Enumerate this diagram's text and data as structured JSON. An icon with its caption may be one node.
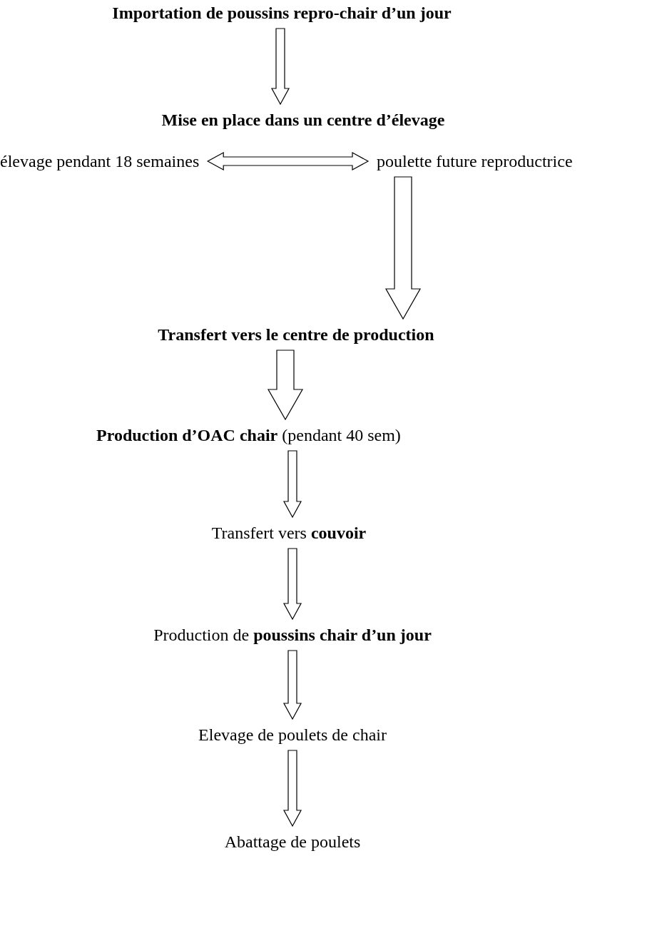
{
  "diagram": {
    "nodes": [
      {
        "text": [
          "Importation de poussins repro-chair d’un jour"
        ]
      },
      {
        "text": [
          "Mise en place dans un centre d’élevage"
        ]
      },
      {
        "text": [
          "élevage pendant 18 semaines"
        ]
      },
      {
        "text": [
          "poulette future reproductrice"
        ]
      },
      {
        "text": [
          "Transfert vers le centre de production"
        ]
      },
      {
        "text": [
          "**Production d’OAC chair** (pendant 40 sem)"
        ]
      },
      {
        "text": [
          "Transfert vers **couvoir**"
        ]
      },
      {
        "text": [
          "Production de **poussins chair d’un jour**"
        ]
      },
      {
        "text": [
          "Elevage de poulets de chair"
        ]
      },
      {
        "text": [
          "Abattage de poulets"
        ]
      }
    ],
    "edges": [
      {
        "from": 0,
        "to": 1,
        "arrow": "to"
      },
      {
        "from": 2,
        "to": 3,
        "arrow": "both"
      },
      {
        "from": 3,
        "to": 4,
        "arrow": "to",
        "style": "thick"
      },
      {
        "from": 4,
        "to": 5,
        "arrow": "to",
        "style": "thick"
      },
      {
        "from": 5,
        "to": 6,
        "arrow": "to"
      },
      {
        "from": 6,
        "to": 7,
        "arrow": "to"
      },
      {
        "from": 7,
        "to": 8,
        "arrow": "to"
      },
      {
        "from": 8,
        "to": 9,
        "arrow": "to"
      }
    ]
  }
}
